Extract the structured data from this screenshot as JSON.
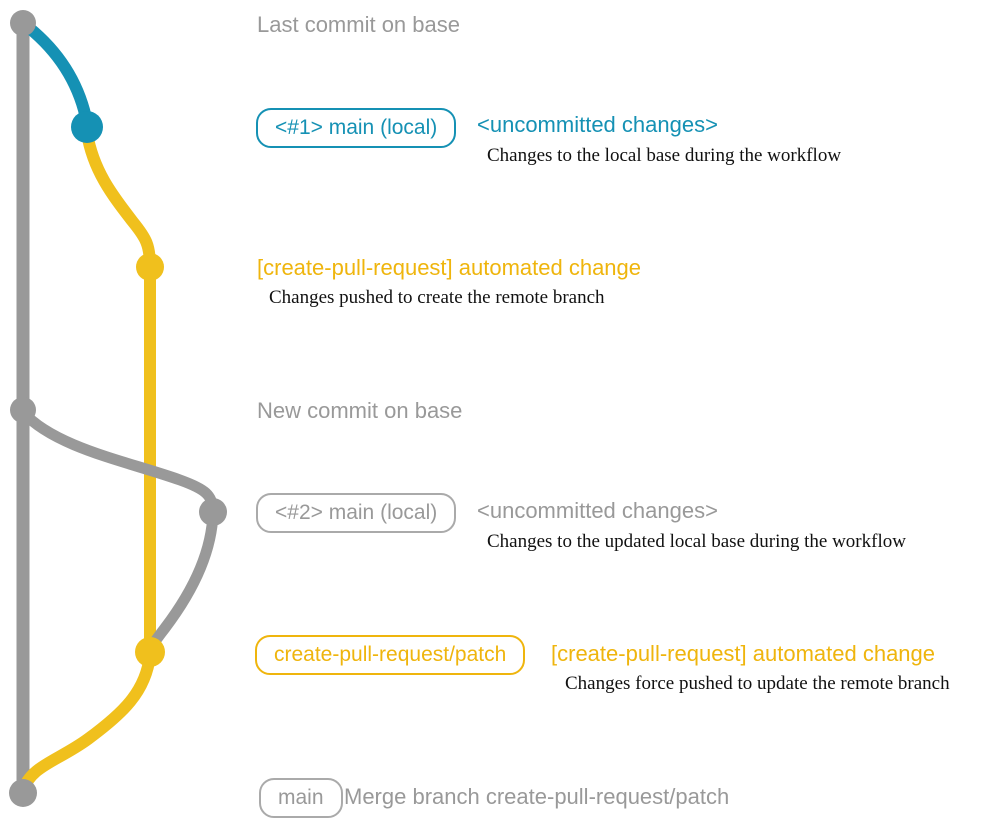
{
  "colors": {
    "gray": "#999999",
    "teal": "#1591b4",
    "yellow": "#efb50d",
    "yellow_graph": "#f0c01d",
    "ink": "#111111",
    "gray_border": "#aaaaaa"
  },
  "diagram": {
    "caption_top": "Last commit on base",
    "section1": {
      "badge": "<#1> main (local)",
      "status": "<uncommitted changes>",
      "note": "Changes to the local base during the workflow"
    },
    "section2": {
      "title": "[create-pull-request] automated change",
      "note": "Changes pushed to create the remote branch"
    },
    "caption_mid": "New commit on base",
    "section3": {
      "badge": "<#2> main (local)",
      "status": "<uncommitted changes>",
      "note": "Changes to the updated local base during the workflow"
    },
    "section4": {
      "badge": "create-pull-request/patch",
      "title": "[create-pull-request] automated change",
      "note": "Changes force pushed to update the remote branch"
    },
    "section5": {
      "badge": "main",
      "caption": "Merge branch create-pull-request/patch"
    }
  }
}
